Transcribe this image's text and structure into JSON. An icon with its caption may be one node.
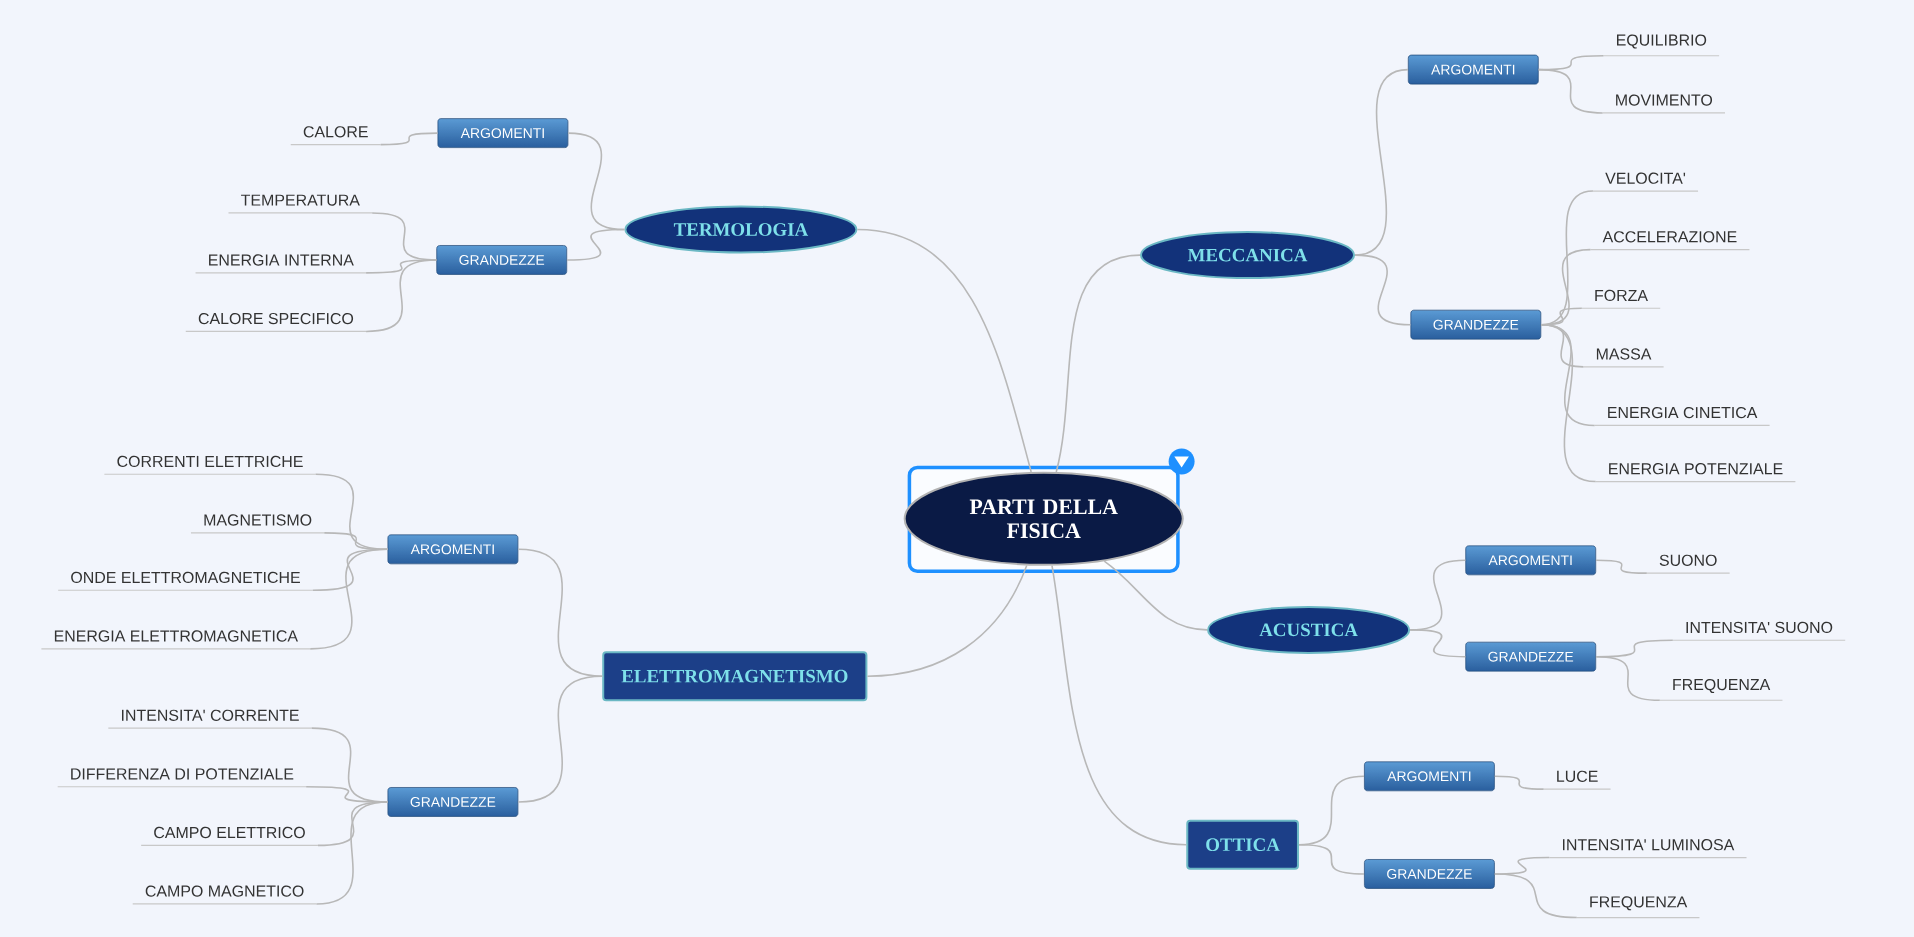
{
  "diagram": {
    "nodes": [
      {
        "text": [
          "PARTI DELLA FISICA"
        ]
      },
      {
        "text": [
          "TERMOLOGIA"
        ]
      },
      {
        "text": [
          "ARGOMENTI"
        ]
      },
      {
        "text": [
          "CALORE"
        ]
      },
      {
        "text": [
          "GRANDEZZE"
        ]
      },
      {
        "text": [
          "TEMPERATURA"
        ]
      },
      {
        "text": [
          "ENERGIA INTERNA"
        ]
      },
      {
        "text": [
          "CALORE SPECIFICO"
        ]
      },
      {
        "text": [
          "MECCANICA"
        ]
      },
      {
        "text": [
          "ARGOMENTI"
        ]
      },
      {
        "text": [
          "EQUILIBRIO"
        ]
      },
      {
        "text": [
          "MOVIMENTO"
        ]
      },
      {
        "text": [
          "GRANDEZZE"
        ]
      },
      {
        "text": [
          "VELOCITA'"
        ]
      },
      {
        "text": [
          "ACCELERAZIONE"
        ]
      },
      {
        "text": [
          "FORZA"
        ]
      },
      {
        "text": [
          "MASSA"
        ]
      },
      {
        "text": [
          "ENERGIA CINETICA"
        ]
      },
      {
        "text": [
          "ENERGIA POTENZIALE"
        ]
      },
      {
        "text": [
          "ELETTROMAGNETISMO"
        ]
      },
      {
        "text": [
          "ARGOMENTI"
        ]
      },
      {
        "text": [
          "CORRENTI ELETTRICHE"
        ]
      },
      {
        "text": [
          "MAGNETISMO"
        ]
      },
      {
        "text": [
          "ONDE ELETTROMAGNETICHE"
        ]
      },
      {
        "text": [
          "ENERGIA ELETTROMAGNETICA"
        ]
      },
      {
        "text": [
          "GRANDEZZE"
        ]
      },
      {
        "text": [
          "INTENSITA' CORRENTE"
        ]
      },
      {
        "text": [
          "DIFFERENZA DI POTENZIALE"
        ]
      },
      {
        "text": [
          "CAMPO ELETTRICO"
        ]
      },
      {
        "text": [
          "CAMPO MAGNETICO"
        ]
      },
      {
        "text": [
          "ACUSTICA"
        ]
      },
      {
        "text": [
          "ARGOMENTI"
        ]
      },
      {
        "text": [
          "SUONO"
        ]
      },
      {
        "text": [
          "GRANDEZZE"
        ]
      },
      {
        "text": [
          "INTENSITA' SUONO"
        ]
      },
      {
        "text": [
          "FREQUENZA"
        ]
      },
      {
        "text": [
          "OTTICA"
        ]
      },
      {
        "text": [
          "ARGOMENTI"
        ]
      },
      {
        "text": [
          "LUCE"
        ]
      },
      {
        "text": [
          "GRANDEZZE"
        ]
      },
      {
        "text": [
          "INTENSITA' LUMINOSA"
        ]
      },
      {
        "text": [
          "FREQUENZA"
        ]
      }
    ],
    "edges": [
      {
        "from": 0,
        "to": 1,
        "arrow": "none"
      },
      {
        "from": 1,
        "to": 2,
        "arrow": "none"
      },
      {
        "from": 2,
        "to": 3,
        "arrow": "none"
      },
      {
        "from": 1,
        "to": 4,
        "arrow": "none"
      },
      {
        "from": 4,
        "to": 5,
        "arrow": "none"
      },
      {
        "from": 4,
        "to": 6,
        "arrow": "none"
      },
      {
        "from": 4,
        "to": 7,
        "arrow": "none"
      },
      {
        "from": 0,
        "to": 8,
        "arrow": "none"
      },
      {
        "from": 8,
        "to": 9,
        "arrow": "none"
      },
      {
        "from": 9,
        "to": 10,
        "arrow": "none"
      },
      {
        "from": 9,
        "to": 11,
        "arrow": "none"
      },
      {
        "from": 8,
        "to": 12,
        "arrow": "none"
      },
      {
        "from": 12,
        "to": 13,
        "arrow": "none"
      },
      {
        "from": 12,
        "to": 14,
        "arrow": "none"
      },
      {
        "from": 12,
        "to": 15,
        "arrow": "none"
      },
      {
        "from": 12,
        "to": 16,
        "arrow": "none"
      },
      {
        "from": 12,
        "to": 17,
        "arrow": "none"
      },
      {
        "from": 12,
        "to": 18,
        "arrow": "none"
      },
      {
        "from": 0,
        "to": 19,
        "arrow": "none"
      },
      {
        "from": 19,
        "to": 20,
        "arrow": "none"
      },
      {
        "from": 20,
        "to": 21,
        "arrow": "none"
      },
      {
        "from": 20,
        "to": 22,
        "arrow": "none"
      },
      {
        "from": 20,
        "to": 23,
        "arrow": "none"
      },
      {
        "from": 20,
        "to": 24,
        "arrow": "none"
      },
      {
        "from": 19,
        "to": 25,
        "arrow": "none"
      },
      {
        "from": 25,
        "to": 26,
        "arrow": "none"
      },
      {
        "from": 25,
        "to": 27,
        "arrow": "none"
      },
      {
        "from": 25,
        "to": 28,
        "arrow": "none"
      },
      {
        "from": 25,
        "to": 29,
        "arrow": "none"
      },
      {
        "from": 0,
        "to": 30,
        "arrow": "none"
      },
      {
        "from": 30,
        "to": 31,
        "arrow": "none"
      },
      {
        "from": 31,
        "to": 32,
        "arrow": "none"
      },
      {
        "from": 30,
        "to": 33,
        "arrow": "none"
      },
      {
        "from": 33,
        "to": 34,
        "arrow": "none"
      },
      {
        "from": 33,
        "to": 35,
        "arrow": "none"
      },
      {
        "from": 0,
        "to": 36,
        "arrow": "none"
      },
      {
        "from": 36,
        "to": 37,
        "arrow": "none"
      },
      {
        "from": 37,
        "to": 38,
        "arrow": "none"
      },
      {
        "from": 36,
        "to": 39,
        "arrow": "none"
      },
      {
        "from": 39,
        "to": 40,
        "arrow": "none"
      },
      {
        "from": 39,
        "to": 41,
        "arrow": "none"
      }
    ]
  }
}
